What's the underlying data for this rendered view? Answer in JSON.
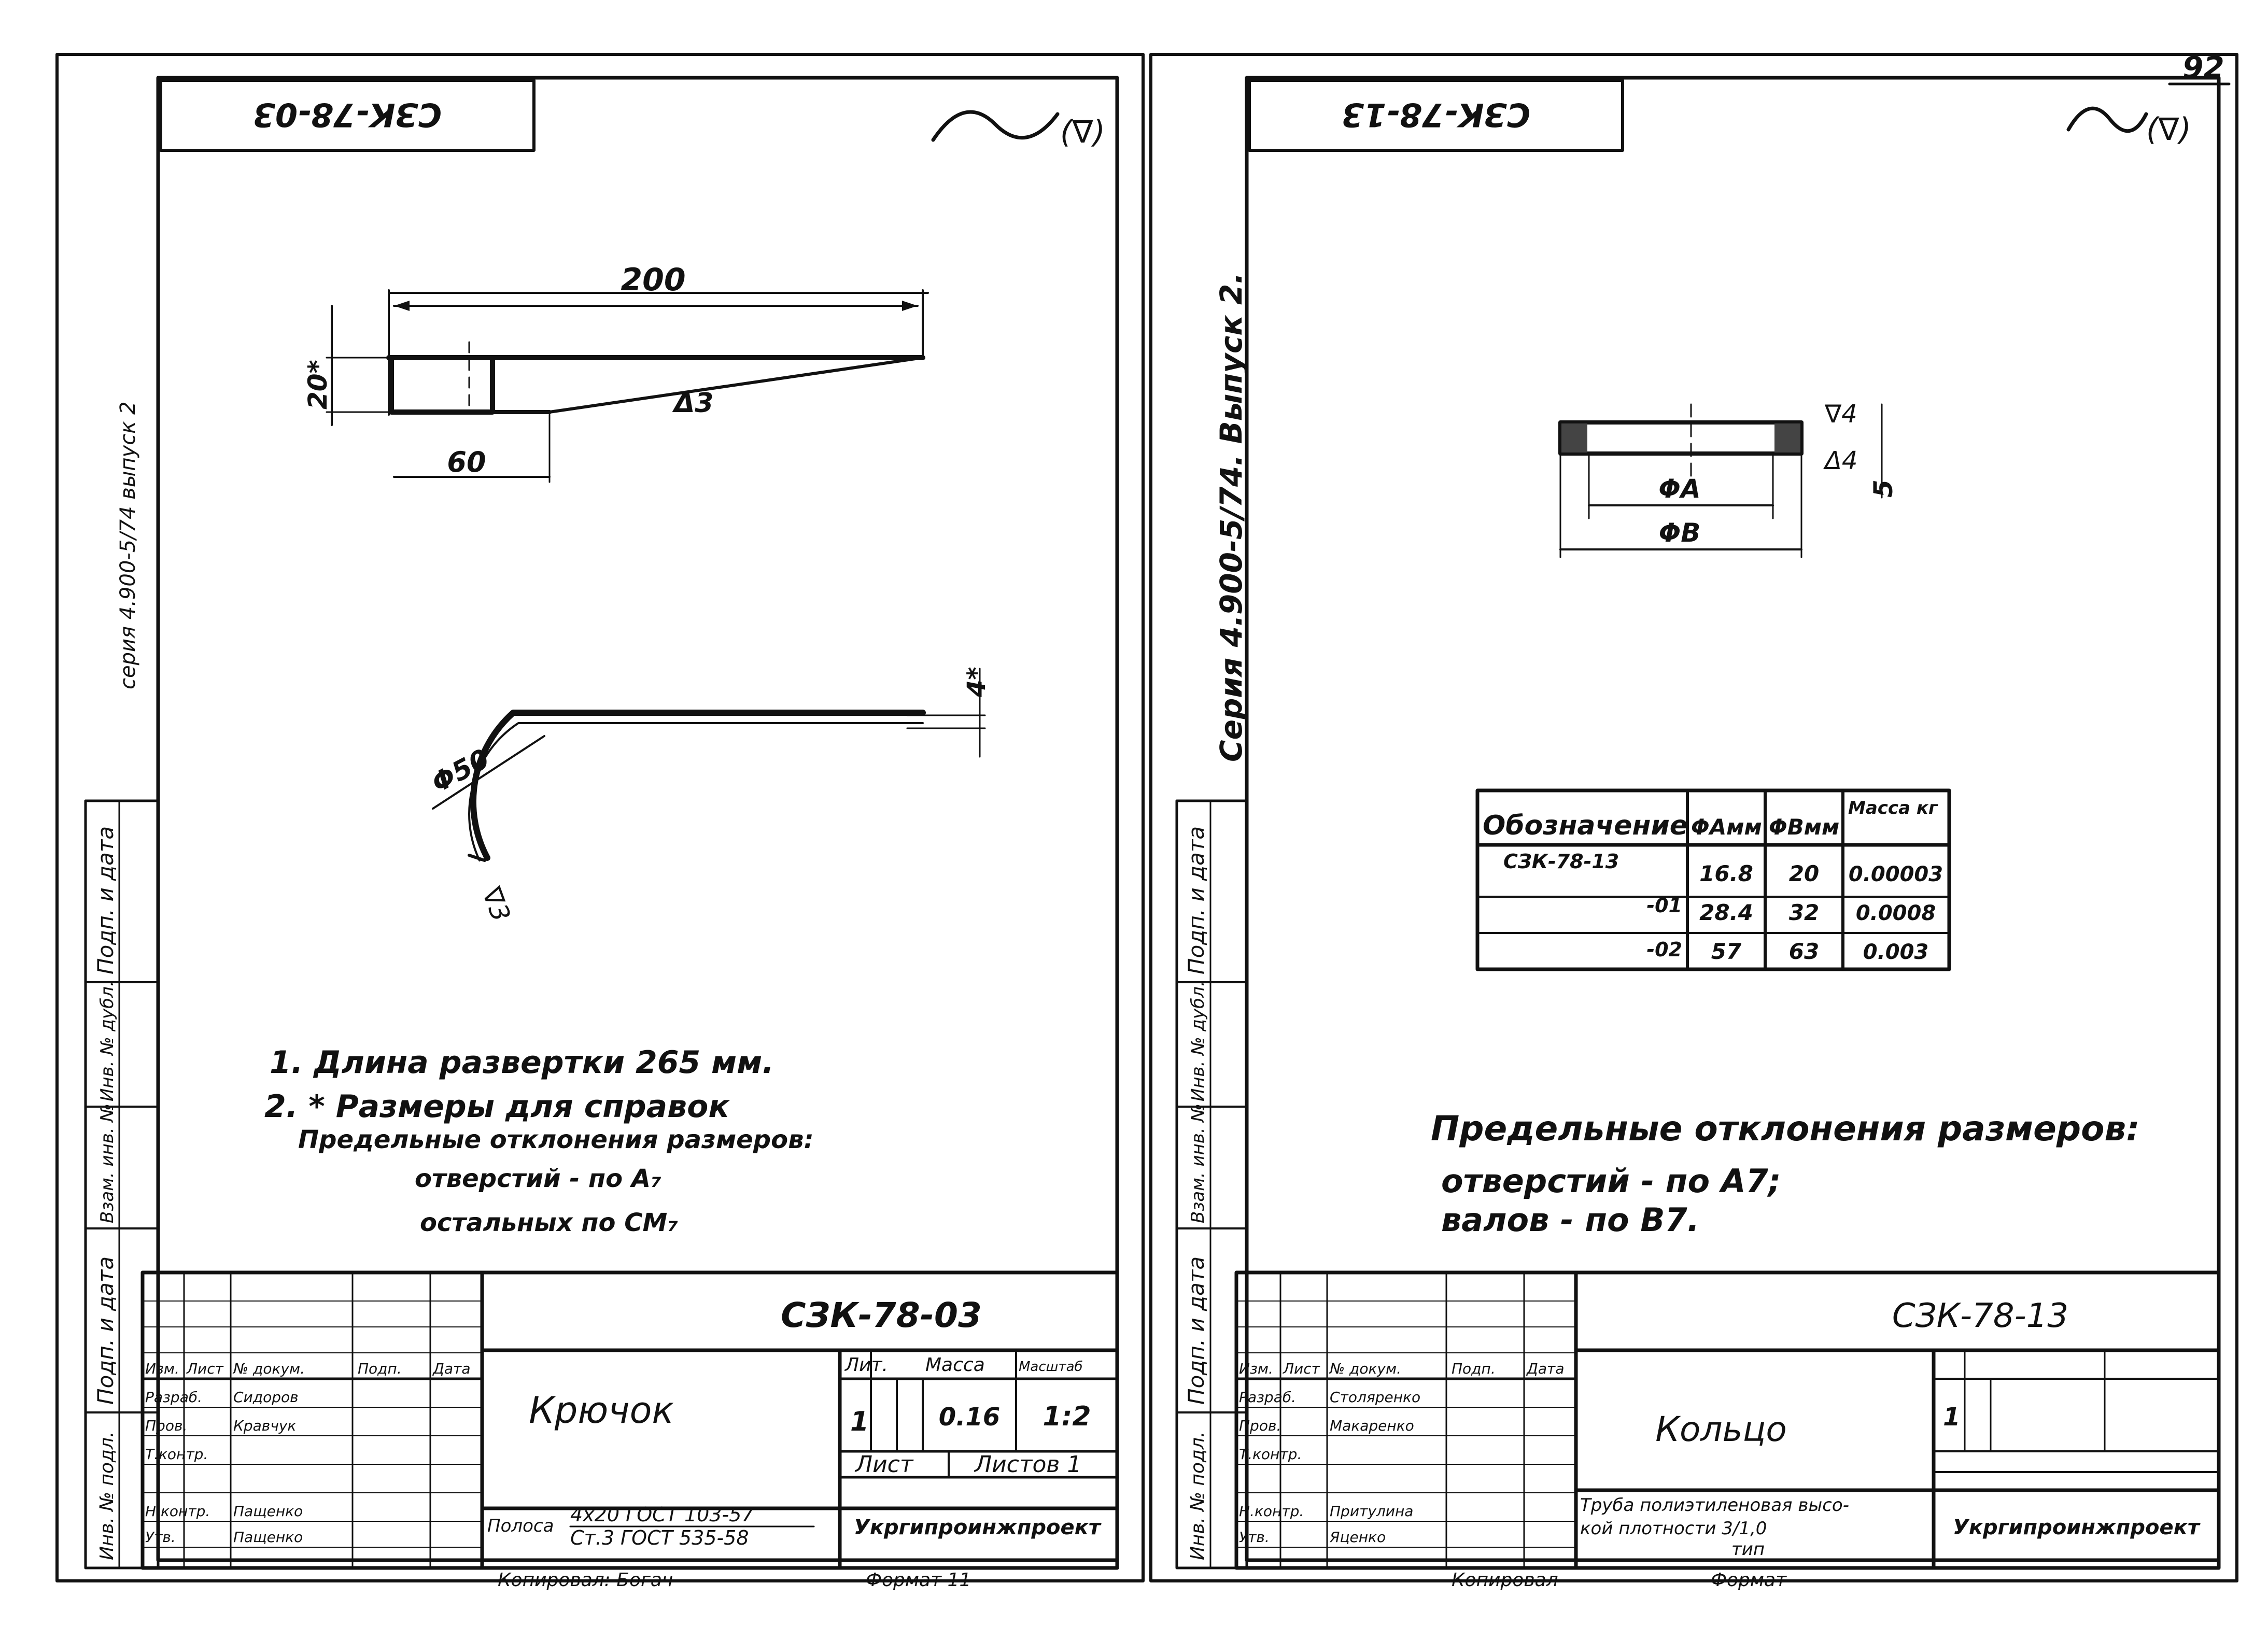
{
  "page_number": "92",
  "left_sheet": {
    "stamp_top": "СЗК-78-03",
    "series_note": "серия 4.900-5/74 выпуск 2",
    "dims": {
      "length": "200",
      "height": "20*",
      "base": "60",
      "slope": "Δ3",
      "radius": "Φ50",
      "thickness": "4*",
      "bend_mark": "∇3"
    },
    "notes": [
      "1. Длина развертки  265 мм.",
      "2. * Размеры  для  справок",
      "Предельные отклонения размеров:",
      "отверстий - по А₇",
      "остальных   по СМ₇"
    ],
    "title_block": {
      "designation": "СЗК-78-03",
      "name": "Крючок",
      "lit_header": "Лит.",
      "mass_header": "Масса",
      "scale_header": "Масштаб",
      "mass": "0.16",
      "scale": "1:2",
      "sheet_header": "Лист",
      "sheets_header": "Листов 1",
      "material_label": "Полоса",
      "material_line1": "4x20 ГОСТ 103-57",
      "material_line2": "Ст.3 ГОСТ 535-58",
      "org": "Укргипроинжпроект",
      "footer_copy": "Копировал: Богач",
      "footer_format": "Формат 11"
    },
    "side_labels": [
      "Подп. и дата",
      "Инв. № дубл.",
      "Взам. инв. №",
      "Подп. и дата",
      "Инв. № подл."
    ]
  },
  "right_sheet": {
    "stamp_top": "СЗК-78-13",
    "series_note": "Серия 4.900-5/74. Выпуск 2.",
    "dims": {
      "inner": "ΦA",
      "outer": "ΦB",
      "tol1": "∇4",
      "tol2": "Δ4",
      "height": "5"
    },
    "table": {
      "headers": [
        "Обозначение",
        "ΦАмм",
        "ΦВмм",
        "Масса кг"
      ],
      "rows": [
        [
          "СЗК-78-13",
          "16.8",
          "20",
          "0.00003"
        ],
        [
          "-01",
          "28.4",
          "32",
          "0.0008"
        ],
        [
          "-02",
          "57",
          "63",
          "0.003"
        ]
      ]
    },
    "notes": [
      "Предельные отклонения размеров:",
      "отверстий  - по А7;",
      "валов  -   по В7."
    ],
    "title_block": {
      "designation": "СЗК-78-13",
      "name": "Кольцо",
      "material_line1": "Труба полиэтиленовая высо-",
      "material_line2": "кой плотности 3/1,0",
      "material_line3": "тип",
      "org": "Укргипроинжпроект",
      "footer_copy": "Копировал",
      "footer_format": "Формат"
    },
    "side_labels": [
      "Подп. и дата",
      "Инв. № дубл.",
      "Взам. инв. №",
      "Подп. и дата",
      "Инв. № подл."
    ]
  },
  "revision_headers": [
    "Изм.",
    "Лист",
    "№ докум.",
    "Подп.",
    "Дата"
  ],
  "roles": [
    "Разраб.",
    "Пров.",
    "Т.контр.",
    "Н.контр.",
    "Утв."
  ],
  "left_people": [
    "Сидоров",
    "Кравчук",
    "",
    "Пащенко",
    "Пащенко"
  ],
  "right_people": [
    "Столяренко",
    "Макаренко",
    "",
    "Притулина",
    "Яценко"
  ]
}
